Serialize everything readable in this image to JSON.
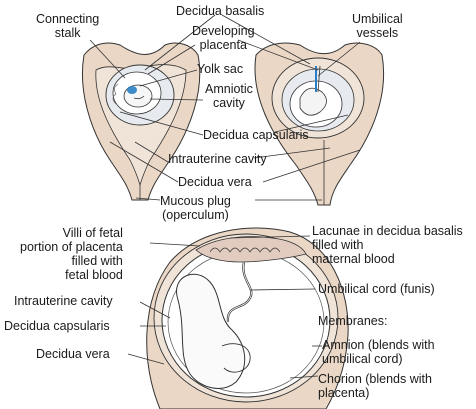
{
  "labels": {
    "connecting_stalk": "Connecting\nstalk",
    "decidua_basalis": "Decidua basalis",
    "developing_placenta": "Developing\nplacenta",
    "yolk_sac": "Yolk sac",
    "amniotic_cavity": "Amniotic\ncavity",
    "umbilical_vessels": "Umbilical\nvessels",
    "decidua_capsularis_top": "Decidua capsularis",
    "intrauterine_cavity_top": "Intrauterine cavity",
    "decidua_vera_top": "Decidua vera",
    "mucous_plug": "Mucous plug\n(operculum)",
    "villi": "Villi of fetal\nportion of placenta\nfilled with\nfetal blood",
    "lacunae": "Lacunae in decidua basalis\nfilled with\nmaternal blood",
    "intrauterine_cavity_bottom": "Intrauterine cavity",
    "decidua_capsularis_bottom": "Decidua capsularis",
    "decidua_vera_bottom": "Decidua vera",
    "umbilical_cord": "Umbilical cord (funis)",
    "membranes": "Membranes:",
    "amnion": "Amnion (blends with\numbilical cord)",
    "chorion": "Chorion (blends with\nplacenta)"
  },
  "colors": {
    "uterine_wall": "#ead7c6",
    "decidua": "#f0e4d8",
    "cavity": "#dfe6ee",
    "line": "#333333",
    "vessel_accent": "#2a7fc4"
  }
}
